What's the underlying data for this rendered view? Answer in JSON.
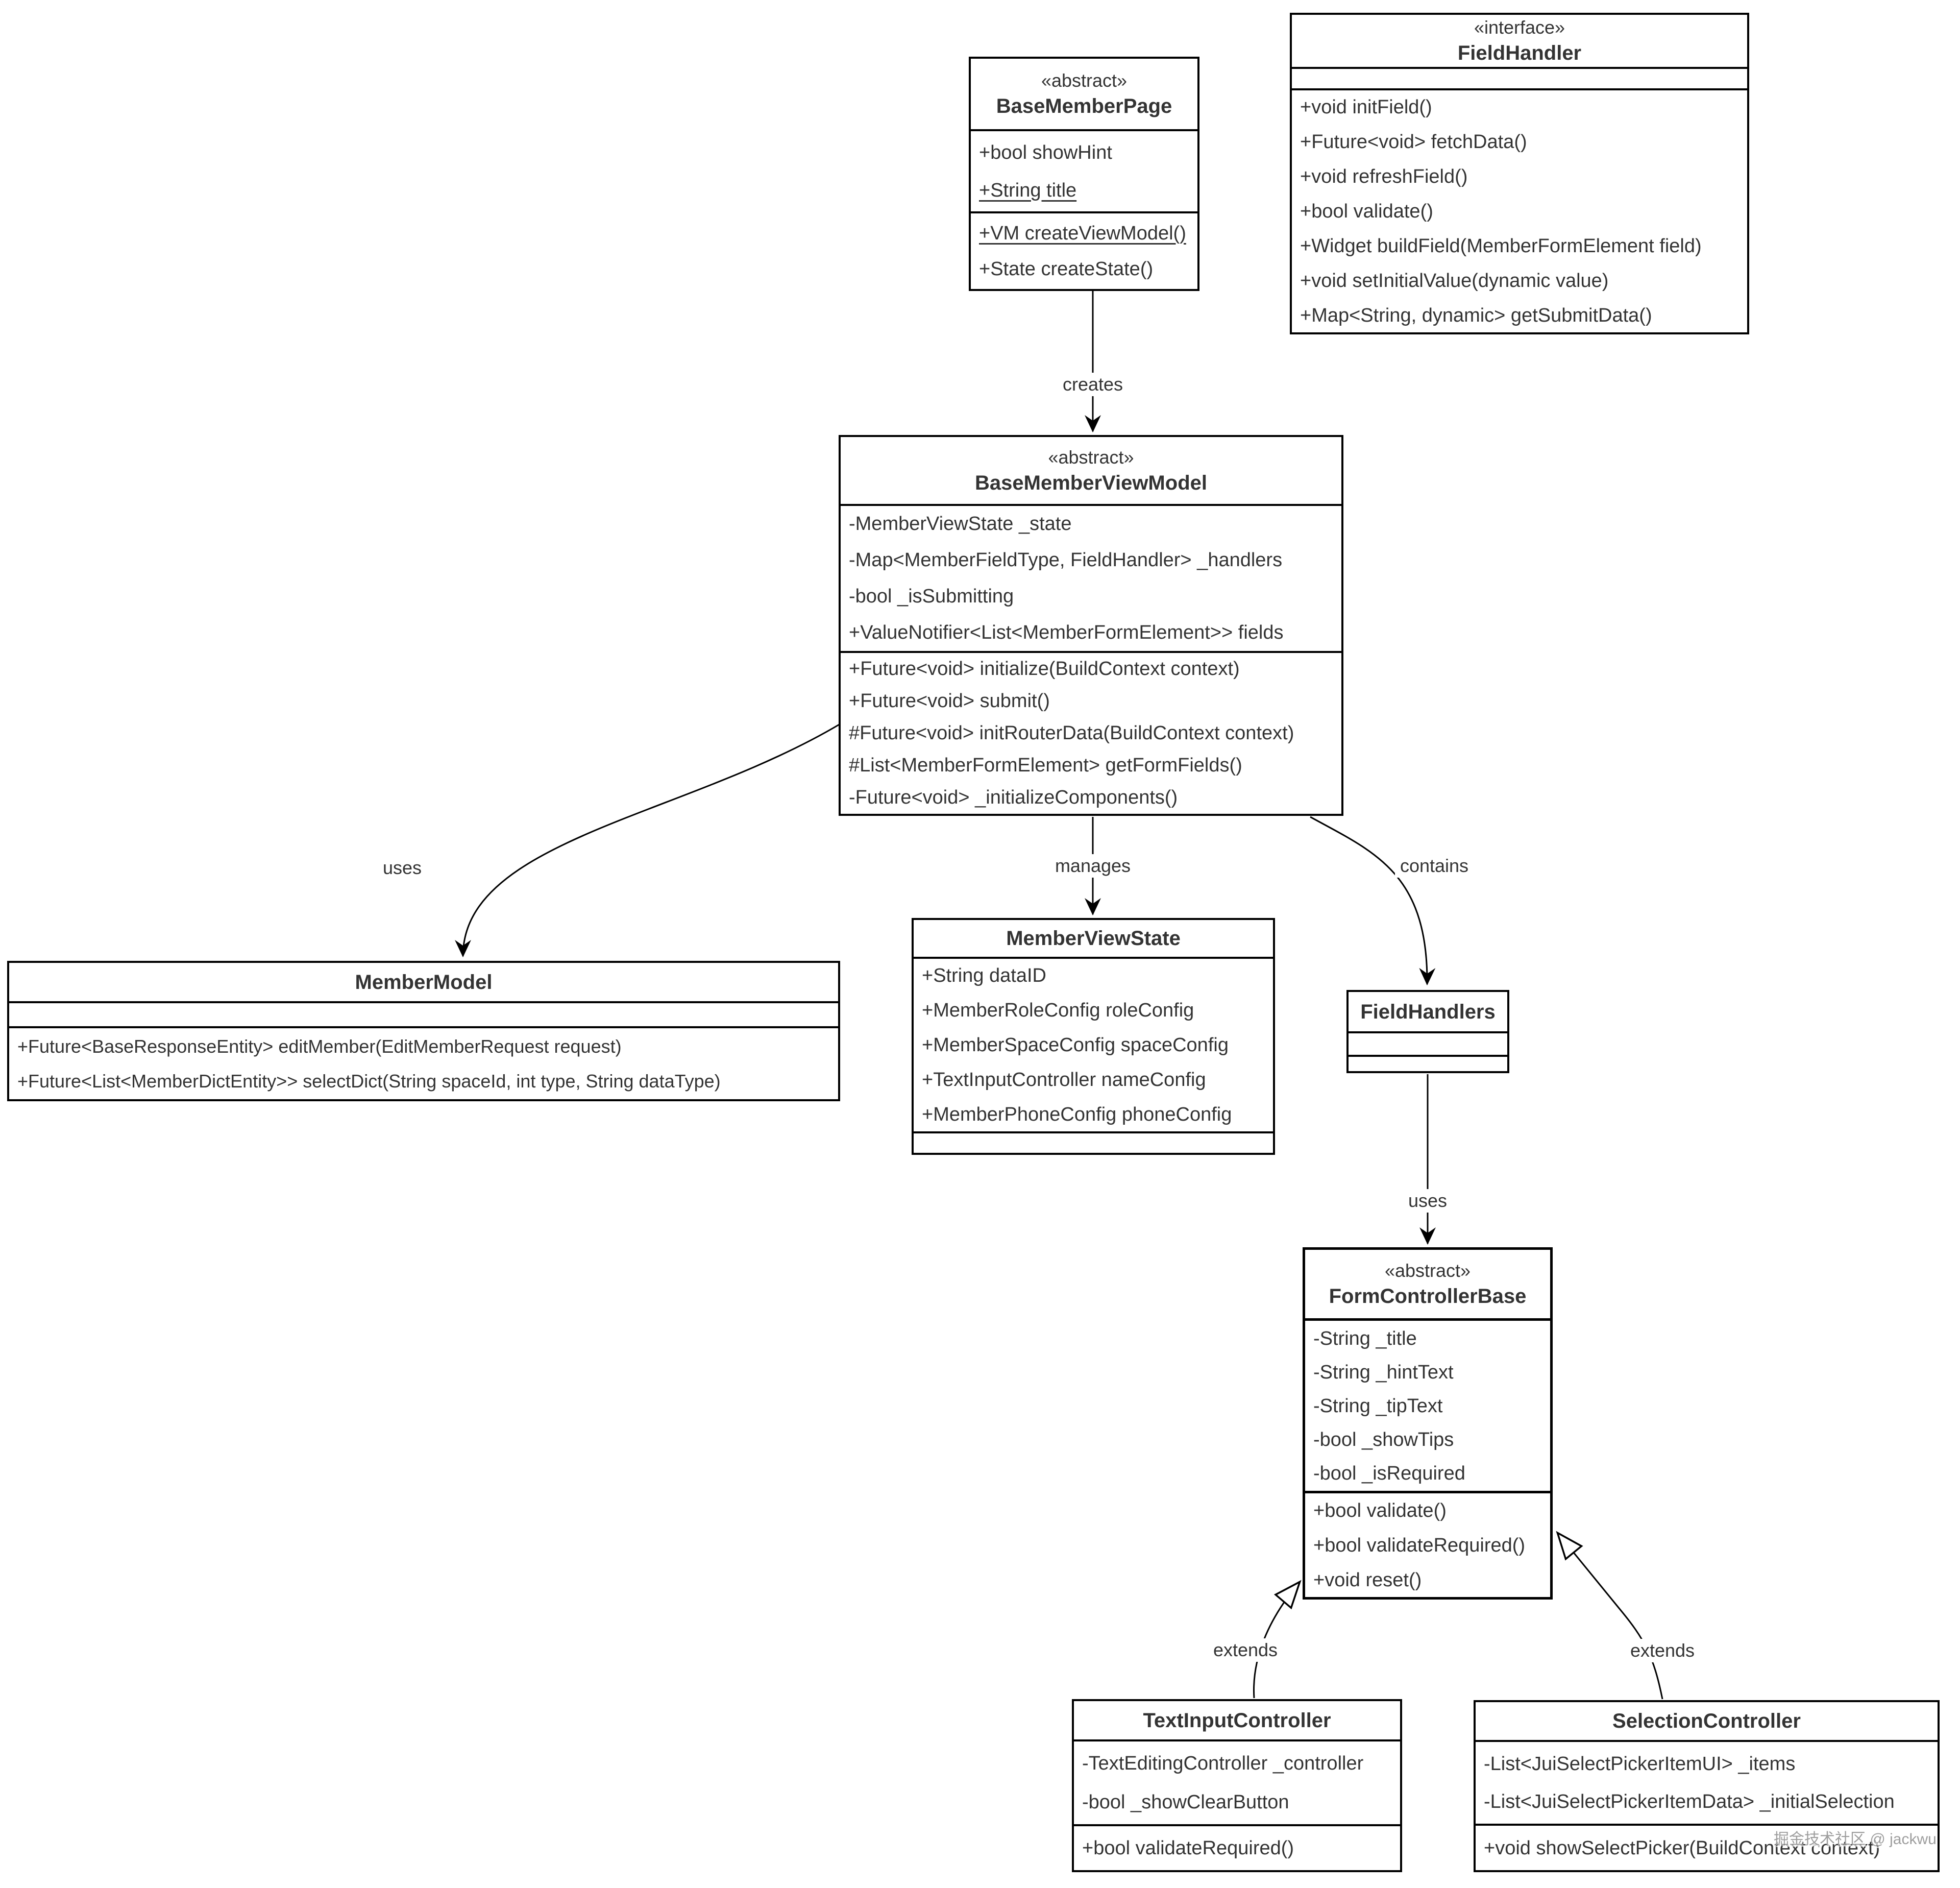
{
  "diagram": {
    "type": "uml-class-diagram",
    "background_color": "#ffffff",
    "line_color": "#000000",
    "text_color": "#333333"
  },
  "watermark": {
    "text": "掘金技术社区 @ jackwu",
    "color": "#9e9e9e"
  },
  "classes": [
    {
      "id": "BaseMemberPage",
      "stereotype": "«abstract»",
      "name": "BaseMemberPage",
      "attributes": [
        {
          "text": "+bool showHint",
          "static": false
        },
        {
          "text": "+String title",
          "static": true
        }
      ],
      "methods": [
        {
          "text": "+VM createViewModel()",
          "static": true
        },
        {
          "text": "+State createState()",
          "static": false
        }
      ]
    },
    {
      "id": "FieldHandler",
      "stereotype": "«interface»",
      "name": "FieldHandler",
      "attributes": [],
      "methods": [
        {
          "text": "+void initField()",
          "static": false
        },
        {
          "text": "+Future<void> fetchData()",
          "static": false
        },
        {
          "text": "+void refreshField()",
          "static": false
        },
        {
          "text": "+bool validate()",
          "static": false
        },
        {
          "text": "+Widget buildField(MemberFormElement field)",
          "static": false
        },
        {
          "text": "+void setInitialValue(dynamic value)",
          "static": false
        },
        {
          "text": "+Map<String, dynamic> getSubmitData()",
          "static": false
        }
      ]
    },
    {
      "id": "BaseMemberViewModel",
      "stereotype": "«abstract»",
      "name": "BaseMemberViewModel",
      "attributes": [
        {
          "text": "-MemberViewState _state",
          "static": false
        },
        {
          "text": "-Map<MemberFieldType, FieldHandler> _handlers",
          "static": false
        },
        {
          "text": "-bool _isSubmitting",
          "static": false
        },
        {
          "text": "+ValueNotifier<List<MemberFormElement>> fields",
          "static": false
        }
      ],
      "methods": [
        {
          "text": "+Future<void> initialize(BuildContext context)",
          "static": false
        },
        {
          "text": "+Future<void> submit()",
          "static": false
        },
        {
          "text": "#Future<void> initRouterData(BuildContext context)",
          "static": false
        },
        {
          "text": "#List<MemberFormElement> getFormFields()",
          "static": false
        },
        {
          "text": "-Future<void> _initializeComponents()",
          "static": false
        }
      ]
    },
    {
      "id": "MemberModel",
      "stereotype": "",
      "name": "MemberModel",
      "attributes": [],
      "methods": [
        {
          "text": "+Future<BaseResponseEntity> editMember(EditMemberRequest request)",
          "static": false
        },
        {
          "text": "+Future<List<MemberDictEntity>> selectDict(String spaceId, int type, String dataType)",
          "static": false
        }
      ]
    },
    {
      "id": "MemberViewState",
      "stereotype": "",
      "name": "MemberViewState",
      "attributes": [
        {
          "text": "+String dataID",
          "static": false
        },
        {
          "text": "+MemberRoleConfig roleConfig",
          "static": false
        },
        {
          "text": "+MemberSpaceConfig spaceConfig",
          "static": false
        },
        {
          "text": "+TextInputController nameConfig",
          "static": false
        },
        {
          "text": "+MemberPhoneConfig phoneConfig",
          "static": false
        }
      ],
      "methods": []
    },
    {
      "id": "FieldHandlers",
      "stereotype": "",
      "name": "FieldHandlers",
      "attributes": [],
      "methods": []
    },
    {
      "id": "FormControllerBase",
      "stereotype": "«abstract»",
      "name": "FormControllerBase",
      "attributes": [
        {
          "text": "-String _title",
          "static": false
        },
        {
          "text": "-String _hintText",
          "static": false
        },
        {
          "text": "-String _tipText",
          "static": false
        },
        {
          "text": "-bool _showTips",
          "static": false
        },
        {
          "text": "-bool _isRequired",
          "static": false
        }
      ],
      "methods": [
        {
          "text": "+bool validate()",
          "static": false
        },
        {
          "text": "+bool validateRequired()",
          "static": false
        },
        {
          "text": "+void reset()",
          "static": false
        }
      ]
    },
    {
      "id": "TextInputController",
      "stereotype": "",
      "name": "TextInputController",
      "attributes": [
        {
          "text": "-TextEditingController _controller",
          "static": false
        },
        {
          "text": "-bool _showClearButton",
          "static": false
        }
      ],
      "methods": [
        {
          "text": "+bool validateRequired()",
          "static": false
        }
      ]
    },
    {
      "id": "SelectionController",
      "stereotype": "",
      "name": "SelectionController",
      "attributes": [
        {
          "text": "-List<JuiSelectPickerItemUI> _items",
          "static": false
        },
        {
          "text": "-List<JuiSelectPickerItemData> _initialSelection",
          "static": false
        }
      ],
      "methods": [
        {
          "text": "+void showSelectPicker(BuildContext context)",
          "static": false
        }
      ]
    }
  ],
  "relationships": [
    {
      "from": "BaseMemberPage",
      "to": "BaseMemberViewModel",
      "label": "creates",
      "type": "directed-association"
    },
    {
      "from": "BaseMemberViewModel",
      "to": "MemberModel",
      "label": "uses",
      "type": "directed-association"
    },
    {
      "from": "BaseMemberViewModel",
      "to": "MemberViewState",
      "label": "manages",
      "type": "directed-association"
    },
    {
      "from": "BaseMemberViewModel",
      "to": "FieldHandlers",
      "label": "contains",
      "type": "directed-association"
    },
    {
      "from": "FieldHandlers",
      "to": "FormControllerBase",
      "label": "uses",
      "type": "directed-association"
    },
    {
      "from": "TextInputController",
      "to": "FormControllerBase",
      "label": "extends",
      "type": "generalization"
    },
    {
      "from": "SelectionController",
      "to": "FormControllerBase",
      "label": "extends",
      "type": "generalization"
    }
  ]
}
